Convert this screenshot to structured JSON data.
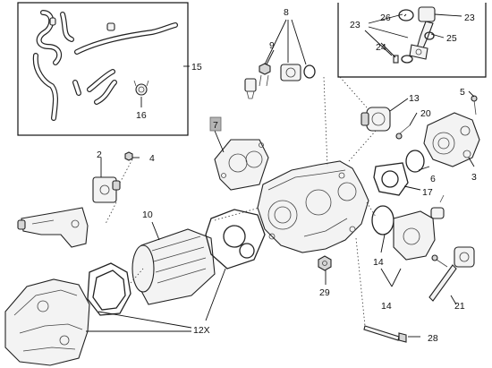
{
  "diagram": {
    "callouts": {
      "c2": "2",
      "c3": "3",
      "c4": "4",
      "c5": "5",
      "c6": "6",
      "c7": "7",
      "c8": "8",
      "c9": "9",
      "c10": "10",
      "c12x": "12X",
      "c13": "13",
      "c14a": "14",
      "c14b": "14",
      "c15": "15",
      "c16": "16",
      "c17": "17",
      "c20": "20",
      "c21": "21",
      "c23a": "23",
      "c23b": "23",
      "c24": "24",
      "c25": "25",
      "c26": "26",
      "c28": "28",
      "c29": "29"
    },
    "colors": {
      "line": "#222222",
      "callout_highlight": "#b5b5b5",
      "background": "#ffffff"
    }
  }
}
